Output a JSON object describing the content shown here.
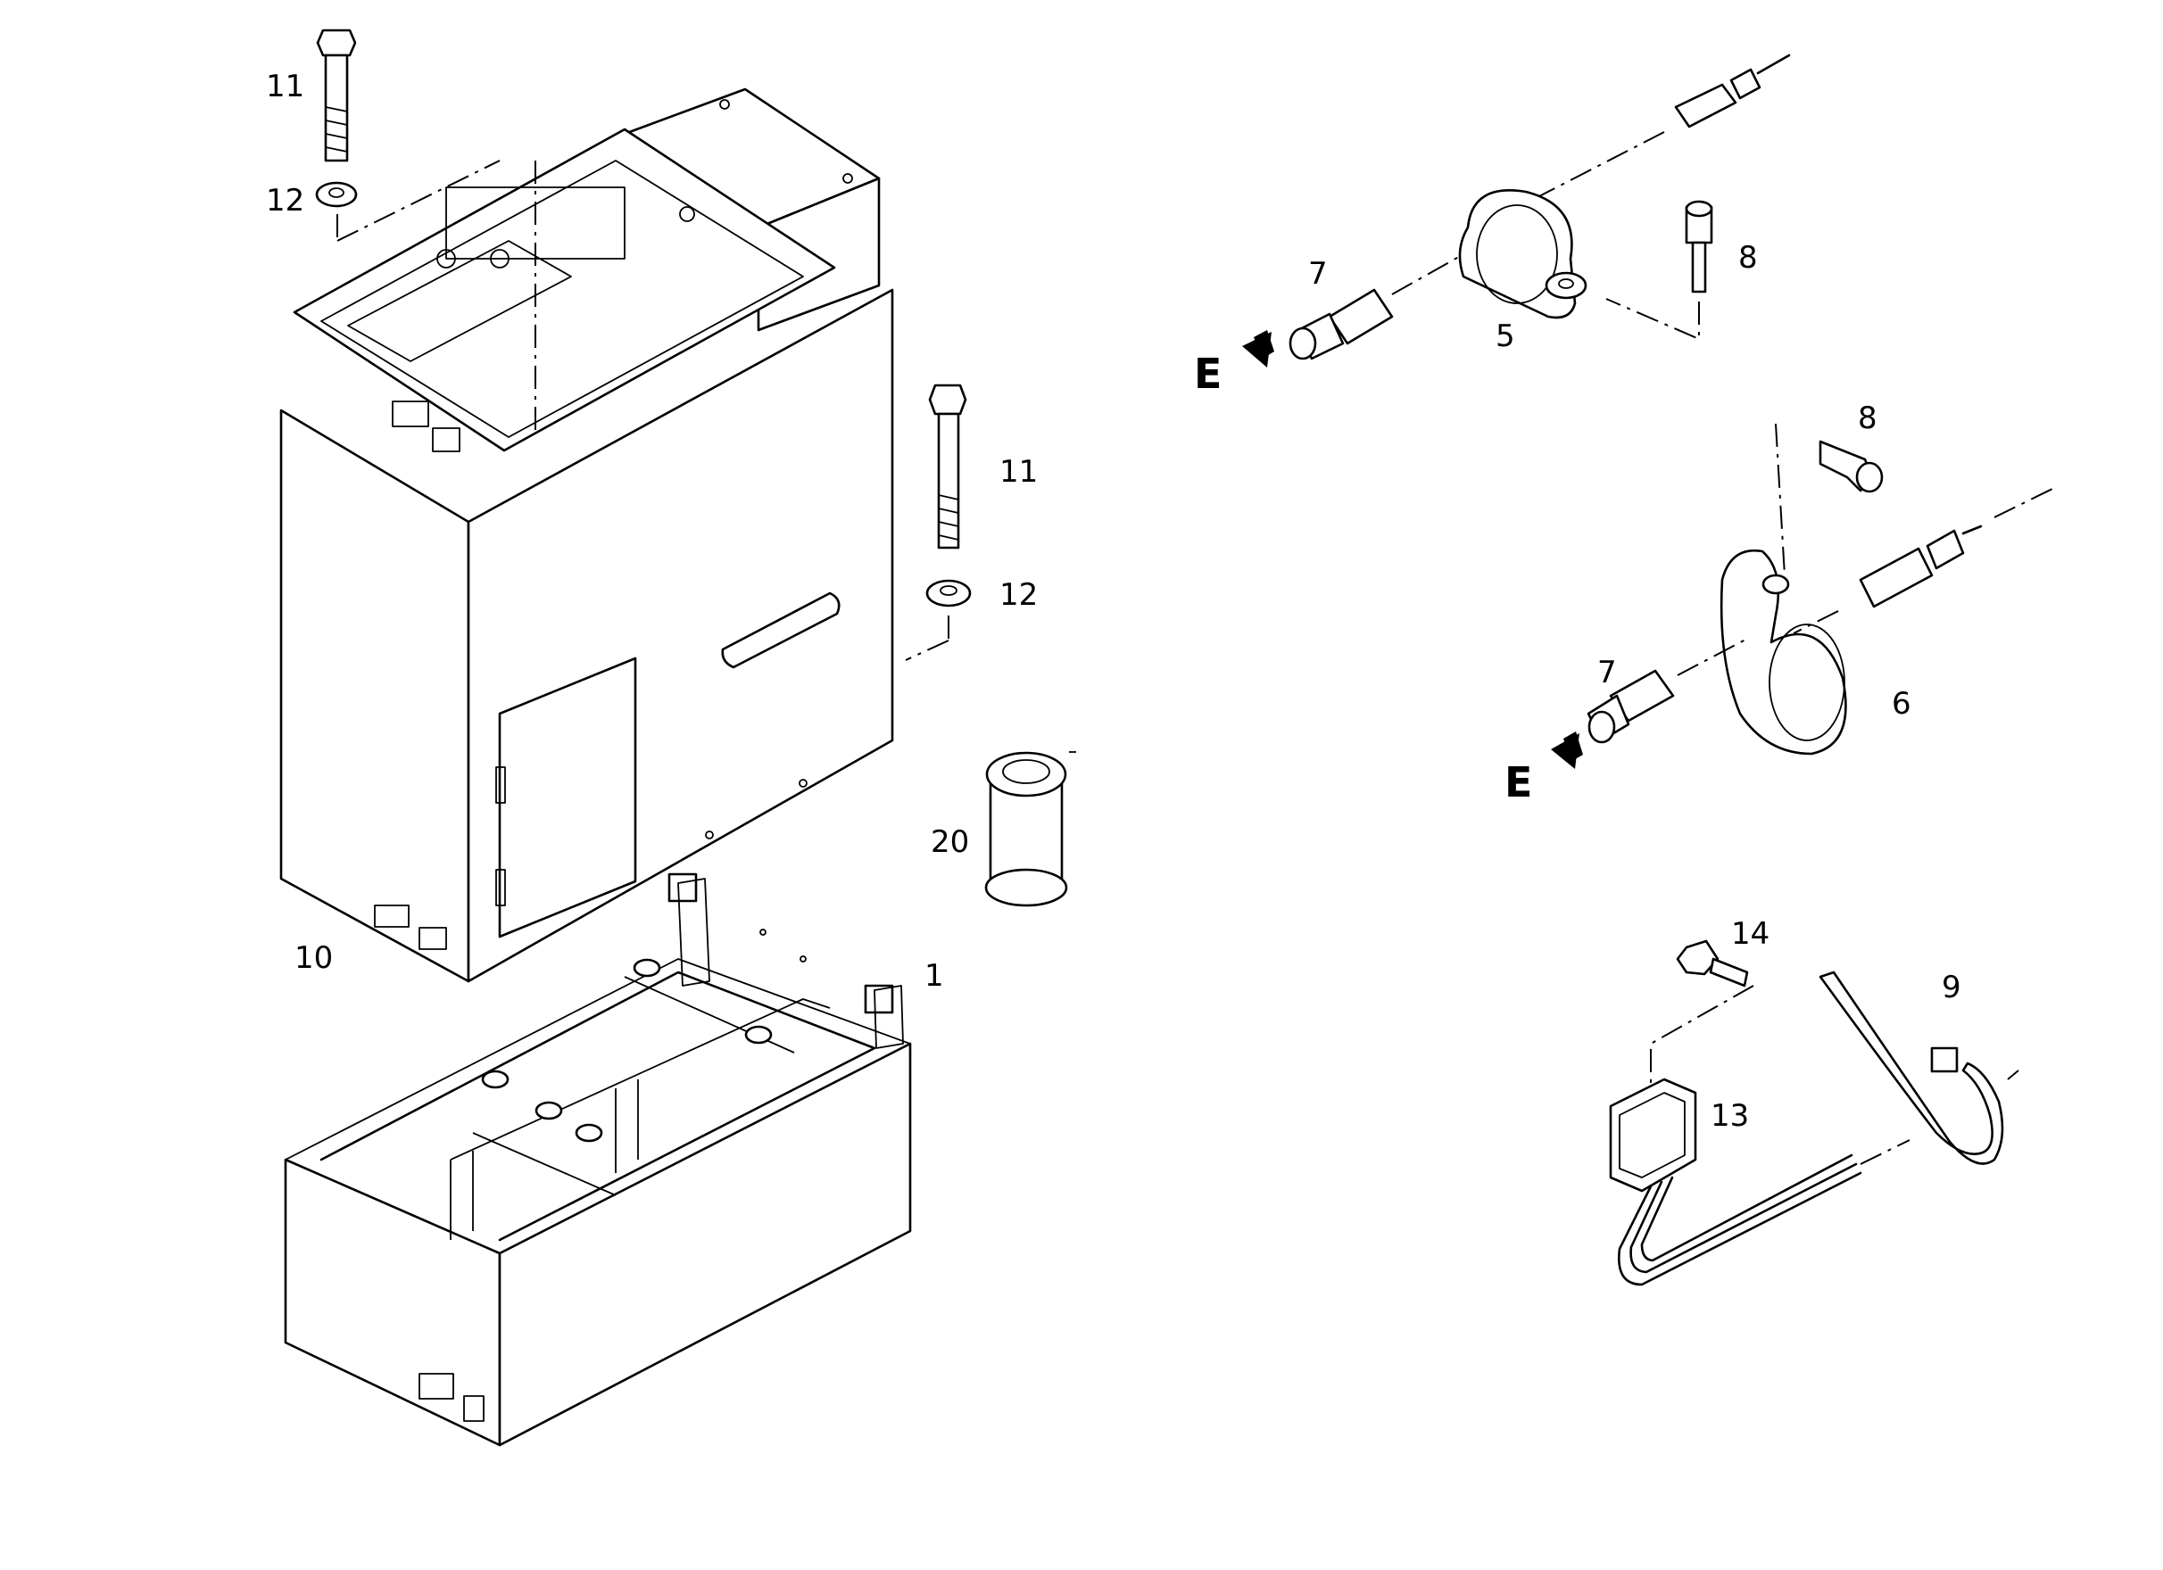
{
  "callouts": {
    "c11a": "11",
    "c12a": "12",
    "c11b": "11",
    "c12b": "12",
    "c20": "20",
    "c10": "10",
    "c1": "1",
    "c7a": "7",
    "c8a": "8",
    "c5": "5",
    "ea": "E",
    "c8b": "8",
    "c7b": "7",
    "c6": "6",
    "eb": "E",
    "c14": "14",
    "c9": "9",
    "c13": "13"
  }
}
